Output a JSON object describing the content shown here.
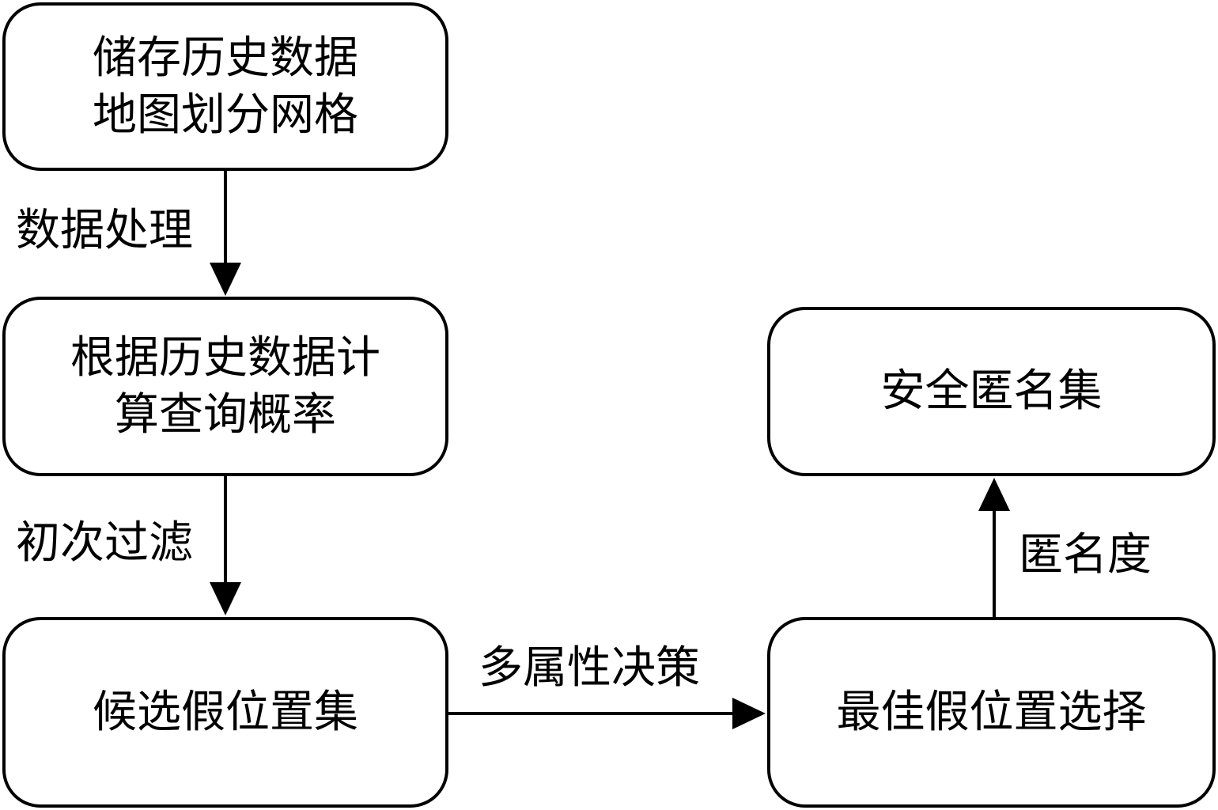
{
  "nodes": {
    "storage": {
      "line1": "储存历史数据",
      "line2": "地图划分网格"
    },
    "query_prob": {
      "line1": "根据历史数据计",
      "line2": "算查询概率"
    },
    "candidates": {
      "line1": "候选假位置集"
    },
    "best_select": {
      "line1": "最佳假位置选择"
    },
    "safe_set": {
      "line1": "安全匿名集"
    }
  },
  "edges": {
    "data_processing": "数据处理",
    "initial_filter": "初次过滤",
    "multi_attr": "多属性决策",
    "anonymity": "匿名度"
  }
}
